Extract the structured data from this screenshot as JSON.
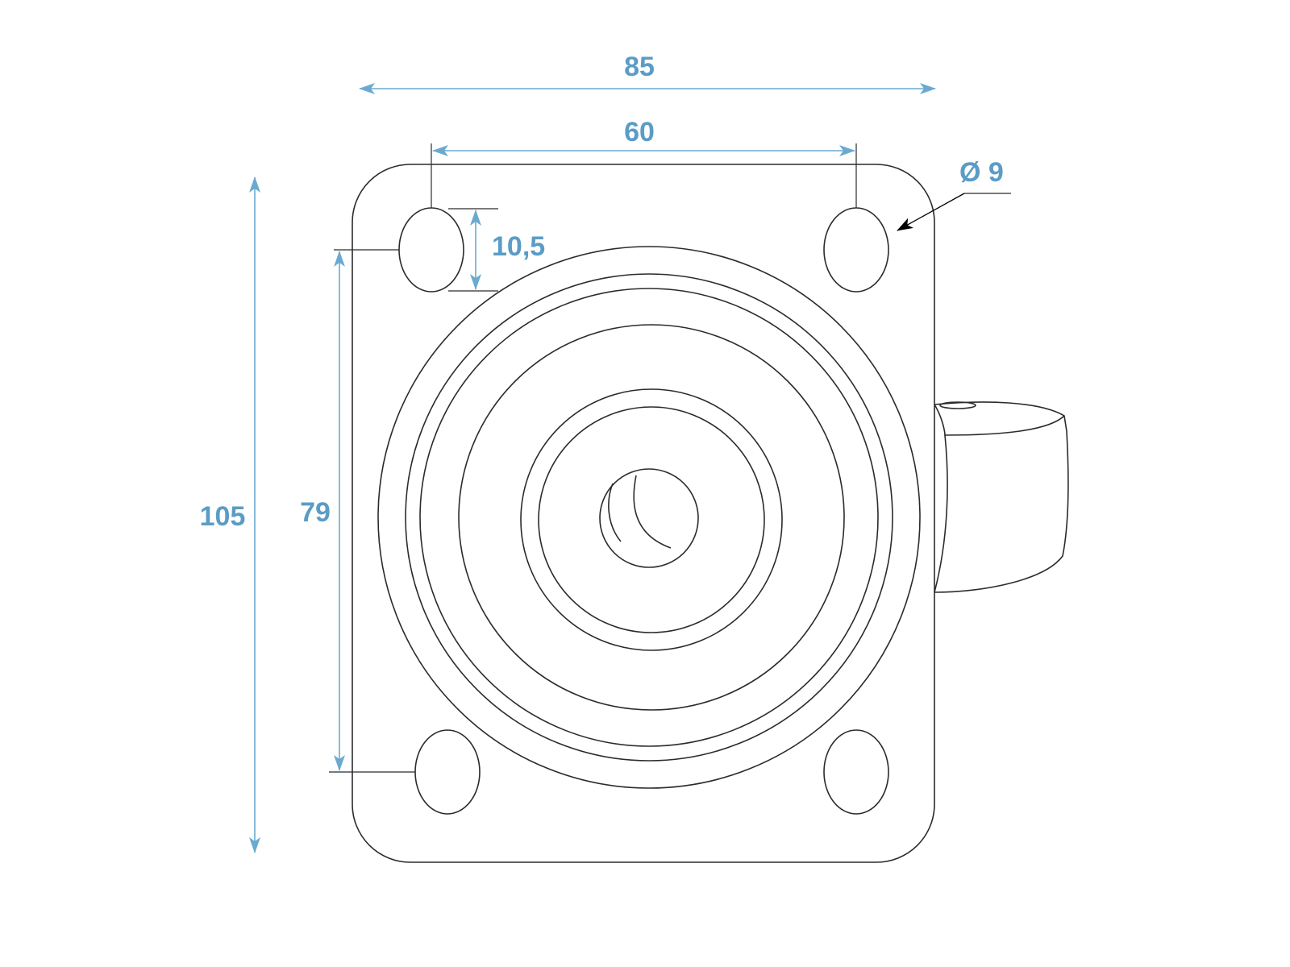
{
  "dimensions": {
    "overall_width": "85",
    "hole_spacing_x": "60",
    "hole_length": "10,5",
    "hole_diameter": "Ø 9",
    "overall_height": "105",
    "hole_spacing_y": "79"
  },
  "colors": {
    "dimension": "#5b9cc6",
    "outline": "#2b2b2b",
    "leader_arrow": "#000000"
  }
}
